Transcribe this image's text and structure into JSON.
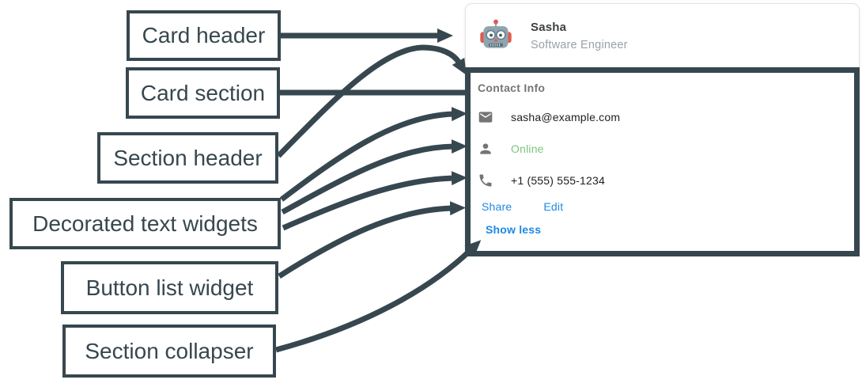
{
  "colors": {
    "slate": "#37474F",
    "link": "#1E88E5",
    "online-green": "#7CC47F",
    "muted": "#757575",
    "text-dark": "#212121",
    "subtitle-gray": "#9AA0A6"
  },
  "callouts": [
    {
      "text": "Card header"
    },
    {
      "text": "Card section"
    },
    {
      "text": "Section header"
    },
    {
      "text": "Decorated text widgets"
    },
    {
      "text": "Button list widget"
    },
    {
      "text": "Section collapser"
    }
  ],
  "card": {
    "header": {
      "name": "Sasha",
      "subtitle": "Software Engineer",
      "avatar_icon": "robot-avatar"
    },
    "section": {
      "title": "Contact Info",
      "rows": [
        {
          "icon": "mail-icon",
          "text": "sasha@example.com"
        },
        {
          "icon": "person-icon",
          "text": "Online",
          "color": "#7CC47F"
        },
        {
          "icon": "phone-icon",
          "text": "+1 (555) 555-1234"
        }
      ],
      "buttons": [
        {
          "label": "Share"
        },
        {
          "label": "Edit"
        }
      ],
      "collapse_label": "Show less"
    }
  }
}
